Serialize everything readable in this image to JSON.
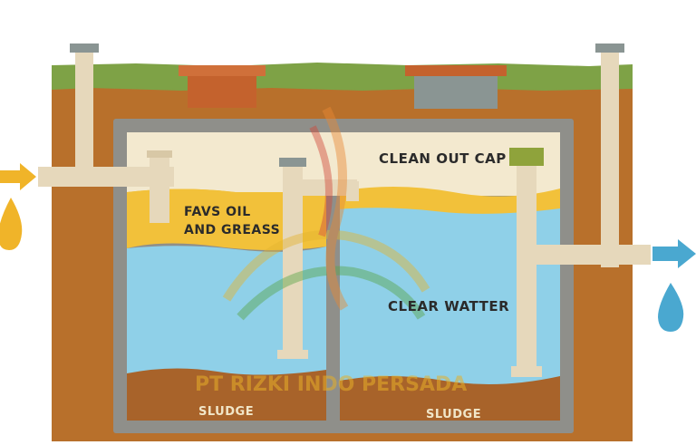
{
  "labels": {
    "clean_out_cap": "CLEAN OUT CAP",
    "fats_line1": "FAVS OIL",
    "fats_line2": "AND GREASS",
    "clear_water": "CLEAR WATTER",
    "sludge_left": "SLUDGE",
    "sludge_right": "SLUDGE"
  },
  "watermark": "PT RIZKI INDO PERSADA",
  "colors": {
    "soil": "#b8702b",
    "grass": "#7ea246",
    "tank_wall": "#8f8f8a",
    "scum_layer": "#f3e9cf",
    "fats_layer": "#f2c13a",
    "water": "#8fd0e8",
    "sludge": "#a8632a",
    "pipe": "#e6d8bb",
    "inflow_arrow": "#f0b429",
    "outflow_arrow": "#4aa8d0",
    "cover_red": "#c4622d",
    "cover_grey": "#8a9593",
    "cap_green": "#8fa33b"
  }
}
